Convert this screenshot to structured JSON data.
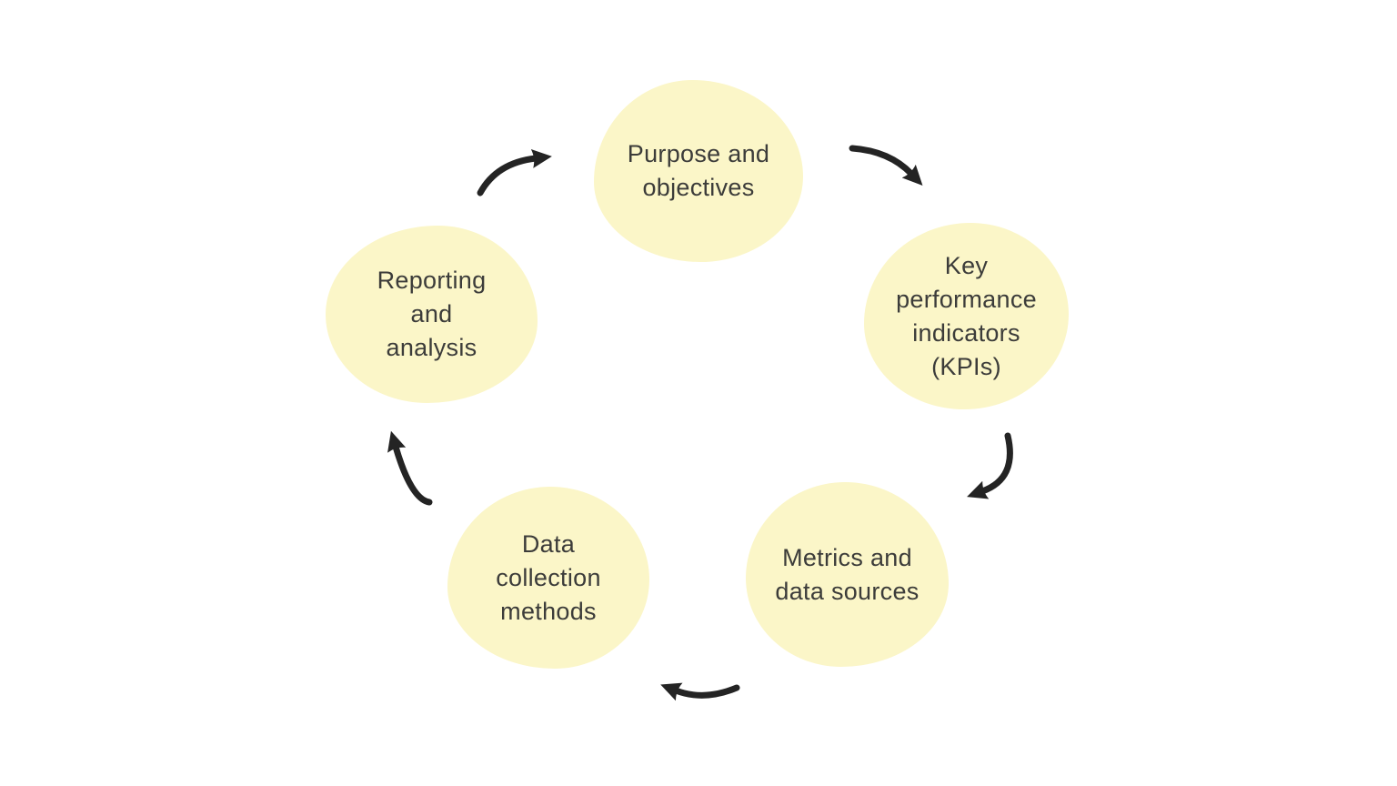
{
  "diagram": {
    "type": "cycle",
    "flow_direction": "clockwise",
    "background_color": "#ffffff",
    "node_fill_color": "#FBF6C8",
    "node_text_color": "#3C3C3A",
    "arrow_color": "#242424",
    "nodes": [
      {
        "id": "purpose-and-objectives",
        "label": "Purpose and objectives",
        "lines": [
          "Purpose and",
          "objectives"
        ],
        "position": "top-center"
      },
      {
        "id": "key-performance-indicators",
        "label": "Key performance indicators (KPIs)",
        "lines": [
          "Key",
          "performance",
          "indicators",
          "(KPIs)"
        ],
        "position": "right"
      },
      {
        "id": "metrics-and-data-sources",
        "label": "Metrics and data sources",
        "lines": [
          "Metrics and",
          "data sources"
        ],
        "position": "bottom-right"
      },
      {
        "id": "data-collection-methods",
        "label": "Data collection methods",
        "lines": [
          "Data",
          "collection",
          "methods"
        ],
        "position": "bottom-left"
      },
      {
        "id": "reporting-and-analysis",
        "label": "Reporting and analysis",
        "lines": [
          "Reporting",
          "and",
          "analysis"
        ],
        "position": "left"
      }
    ],
    "connections": [
      {
        "from": "reporting-and-analysis",
        "to": "purpose-and-objectives"
      },
      {
        "from": "purpose-and-objectives",
        "to": "key-performance-indicators"
      },
      {
        "from": "key-performance-indicators",
        "to": "metrics-and-data-sources"
      },
      {
        "from": "metrics-and-data-sources",
        "to": "data-collection-methods"
      },
      {
        "from": "data-collection-methods",
        "to": "reporting-and-analysis"
      }
    ]
  }
}
